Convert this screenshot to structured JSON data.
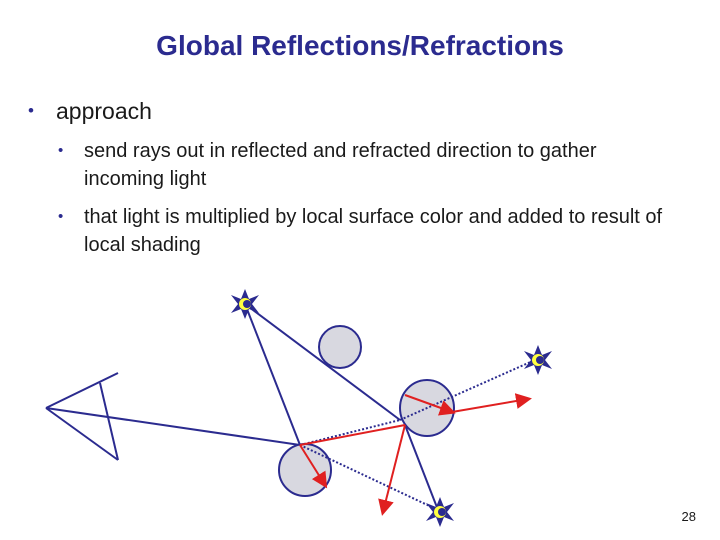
{
  "slide": {
    "title": "Global Reflections/Refractions",
    "bullets": [
      {
        "text": "approach",
        "sub": [
          "send rays out in reflected and refracted direction to gather incoming light",
          "that light is multiplied by local surface color and added to result of local shading"
        ]
      }
    ],
    "page_number": "28"
  },
  "diagram": {
    "colors": {
      "object_fill": "#d8d8e0",
      "object_stroke": "#2b2b8f",
      "primary_ray": "#2b2b8f",
      "secondary_ray": "#e02020",
      "shadow_ray_dotted": "#2b2b8f",
      "light_fill": "#ffff40",
      "light_star": "#2b2b8f"
    },
    "icons": [
      "eye-icon",
      "light-star-icon"
    ]
  }
}
